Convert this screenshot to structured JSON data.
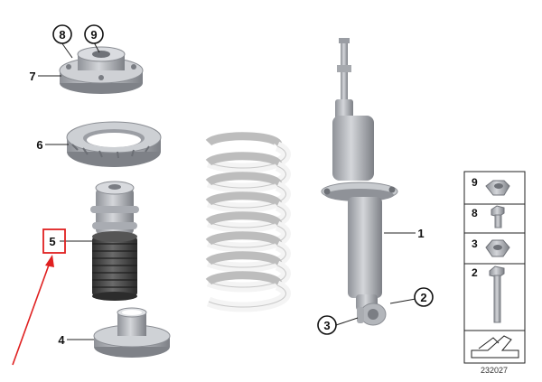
{
  "diagram": {
    "callouts": [
      {
        "id": "c1",
        "label": "1"
      },
      {
        "id": "c2",
        "label": "2"
      },
      {
        "id": "c3",
        "label": "3"
      },
      {
        "id": "c4",
        "label": "4"
      },
      {
        "id": "c5",
        "label": "5"
      },
      {
        "id": "c6",
        "label": "6"
      },
      {
        "id": "c7",
        "label": "7"
      },
      {
        "id": "c8",
        "label": "8"
      },
      {
        "id": "c9",
        "label": "9"
      }
    ],
    "legend": {
      "items": [
        {
          "label": "9",
          "icon": "nut-icon"
        },
        {
          "label": "8",
          "icon": "bolt-icon"
        },
        {
          "label": "3",
          "icon": "nut-icon"
        },
        {
          "label": "2",
          "icon": "long-bolt-icon"
        }
      ],
      "diagram_number": "232027"
    },
    "highlight": {
      "label": "5",
      "color": "#e02020"
    },
    "colors": {
      "part_gray": "#b9bcc1",
      "rubber_dark": "#4a4a4a",
      "spring_light": "#eeeeee",
      "accent": "#e02020"
    }
  }
}
